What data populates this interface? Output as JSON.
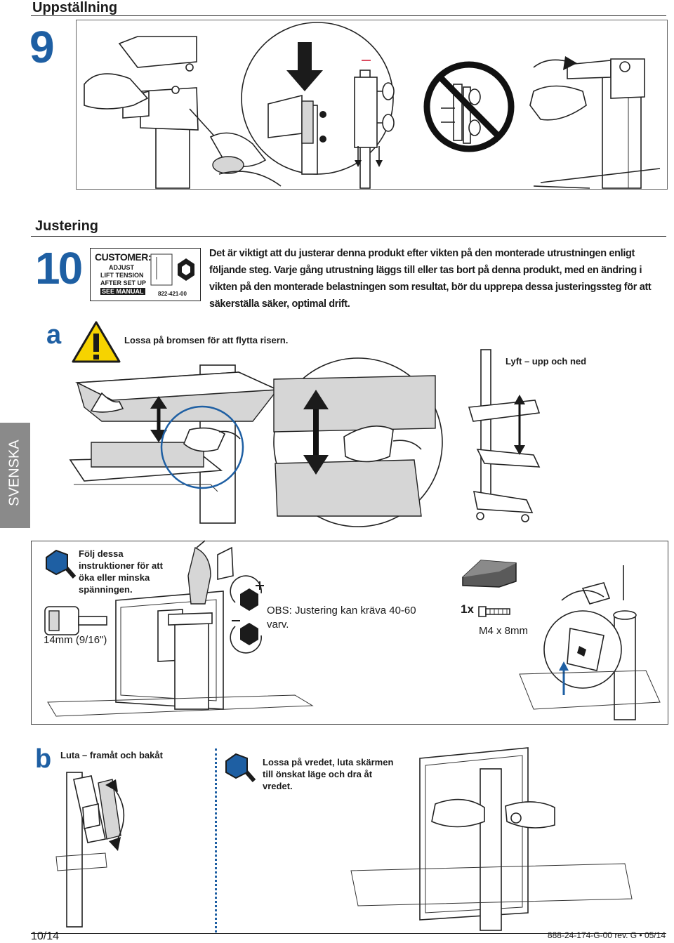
{
  "header": {
    "title": "Uppställning"
  },
  "step9": {
    "number": "9"
  },
  "adjustment": {
    "title": "Justering"
  },
  "step10": {
    "number": "10",
    "label": {
      "line1": "CUSTOMER:",
      "line2": "ADJUST",
      "line3": "LIFT TENSION",
      "line4": "AFTER SET UP",
      "line5": "SEE MANUAL",
      "part_number": "822-421-00"
    },
    "instruction": "Det är viktigt att du justerar denna produkt efter vikten på den monterade utrustningen enligt följande steg. Varje gång utrustning läggs till eller tas bort på denna produkt, med en ändring i vikten på den monterade belastningen som resultat, bör du upprepa dessa justeringssteg för att säkerställa säker, optimal drift."
  },
  "step_a": {
    "letter": "a",
    "warning_text": "Lossa på bromsen för att flytta risern.",
    "lift_label": "Lyft – upp och ned"
  },
  "side_tab": {
    "language": "SVENSKA"
  },
  "tension": {
    "instruction": "Följ dessa instruktioner för att öka eller minska spänningen.",
    "socket_size": "14mm (9/16\")",
    "note": "OBS: Justering kan kräva 40-60 varv.",
    "quantity": "1x",
    "screw": "M4 x 8mm"
  },
  "step_b": {
    "letter": "b",
    "title": "Luta – framåt och bakåt",
    "instruction": "Lossa på vredet, luta skärmen till önskat läge och dra åt vredet."
  },
  "footer": {
    "page": "10/14",
    "doc_id": "888-24-174-G-00 rev. G • 05/14"
  },
  "colors": {
    "accent": "#1e5fa3",
    "warning": "#f6d300",
    "tab": "#8a8a8a"
  },
  "icons": [
    "warning-icon",
    "hex-key-icon",
    "rotate-clockwise-icon",
    "rotate-counterclockwise-icon",
    "no-symbol-icon"
  ]
}
